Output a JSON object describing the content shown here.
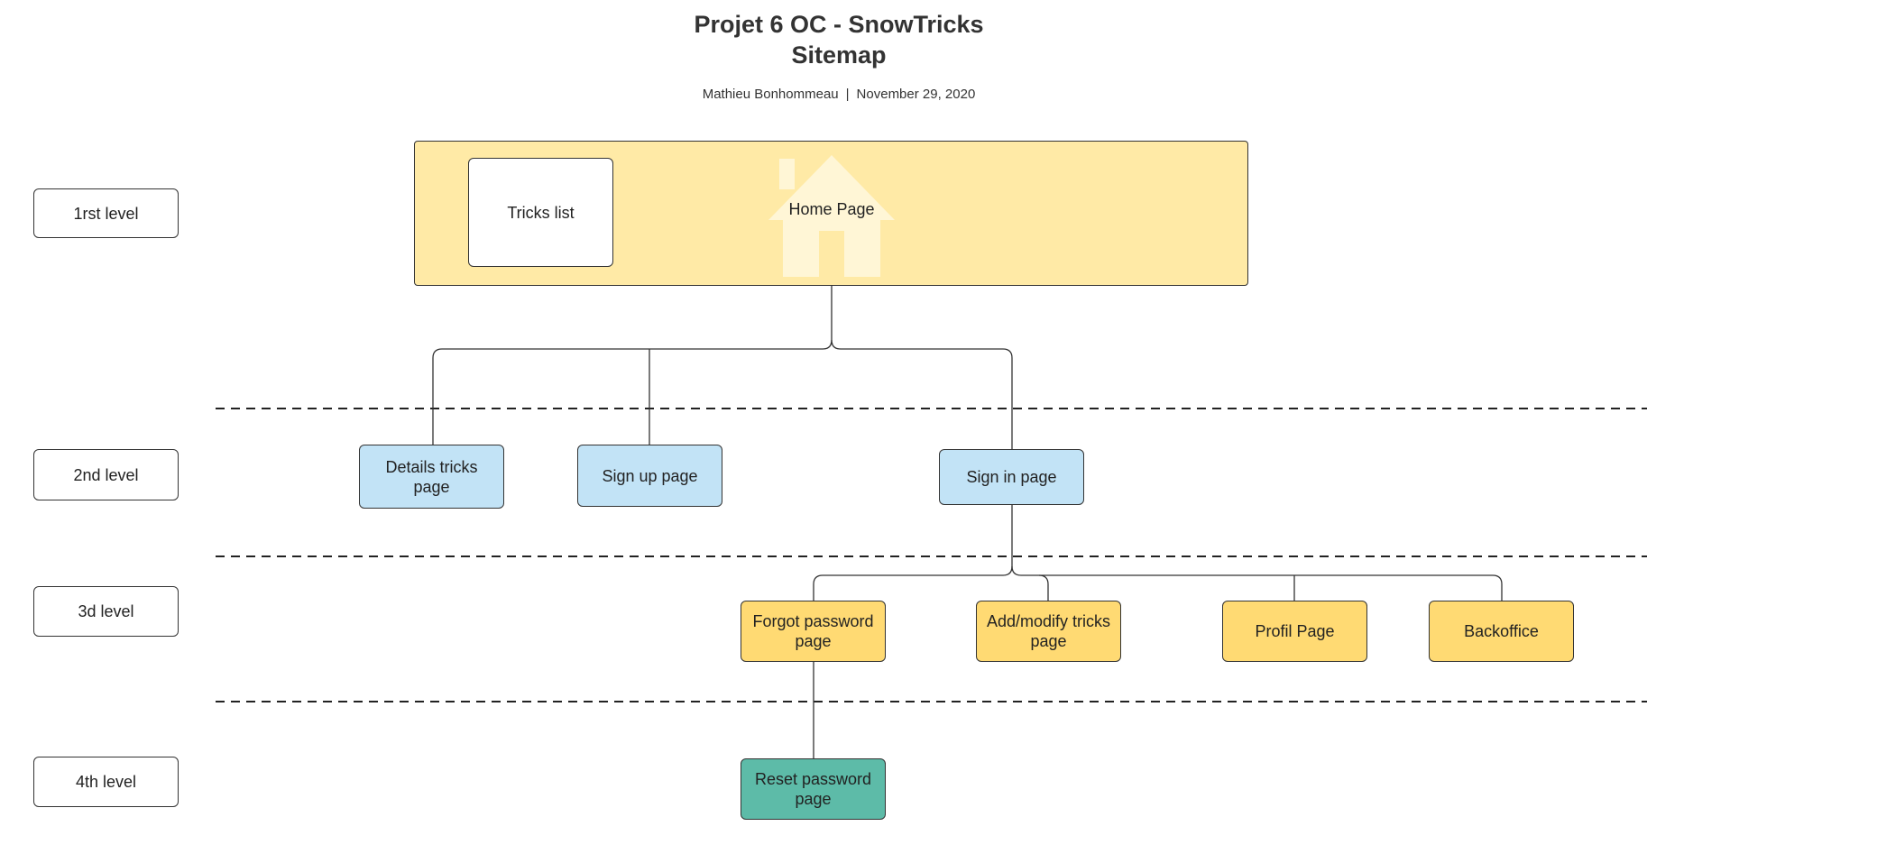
{
  "header": {
    "title_line1": "Projet 6 OC - SnowTricks",
    "title_line2": "Sitemap",
    "author": "Mathieu Bonhommeau",
    "separator": "|",
    "date": "November 29, 2020"
  },
  "levels": {
    "level1": "1rst level",
    "level2": "2nd level",
    "level3": "3d level",
    "level4": "4th level"
  },
  "nodes": {
    "home_page": "Home Page",
    "tricks_list": "Tricks list",
    "details_tricks": "Details tricks page",
    "sign_up": "Sign up page",
    "sign_in": "Sign in page",
    "forgot_password": "Forgot password page",
    "add_modify_tricks": "Add/modify tricks page",
    "profil_page": "Profil Page",
    "backoffice": "Backoffice",
    "reset_password": "Reset password page"
  },
  "icons": {
    "home_watermark": "house-icon"
  },
  "colors": {
    "home_area": "#ffeaa6",
    "level2_box": "#c2e3f6",
    "level3_box": "#ffda73",
    "level4_box": "#5dbba8"
  }
}
